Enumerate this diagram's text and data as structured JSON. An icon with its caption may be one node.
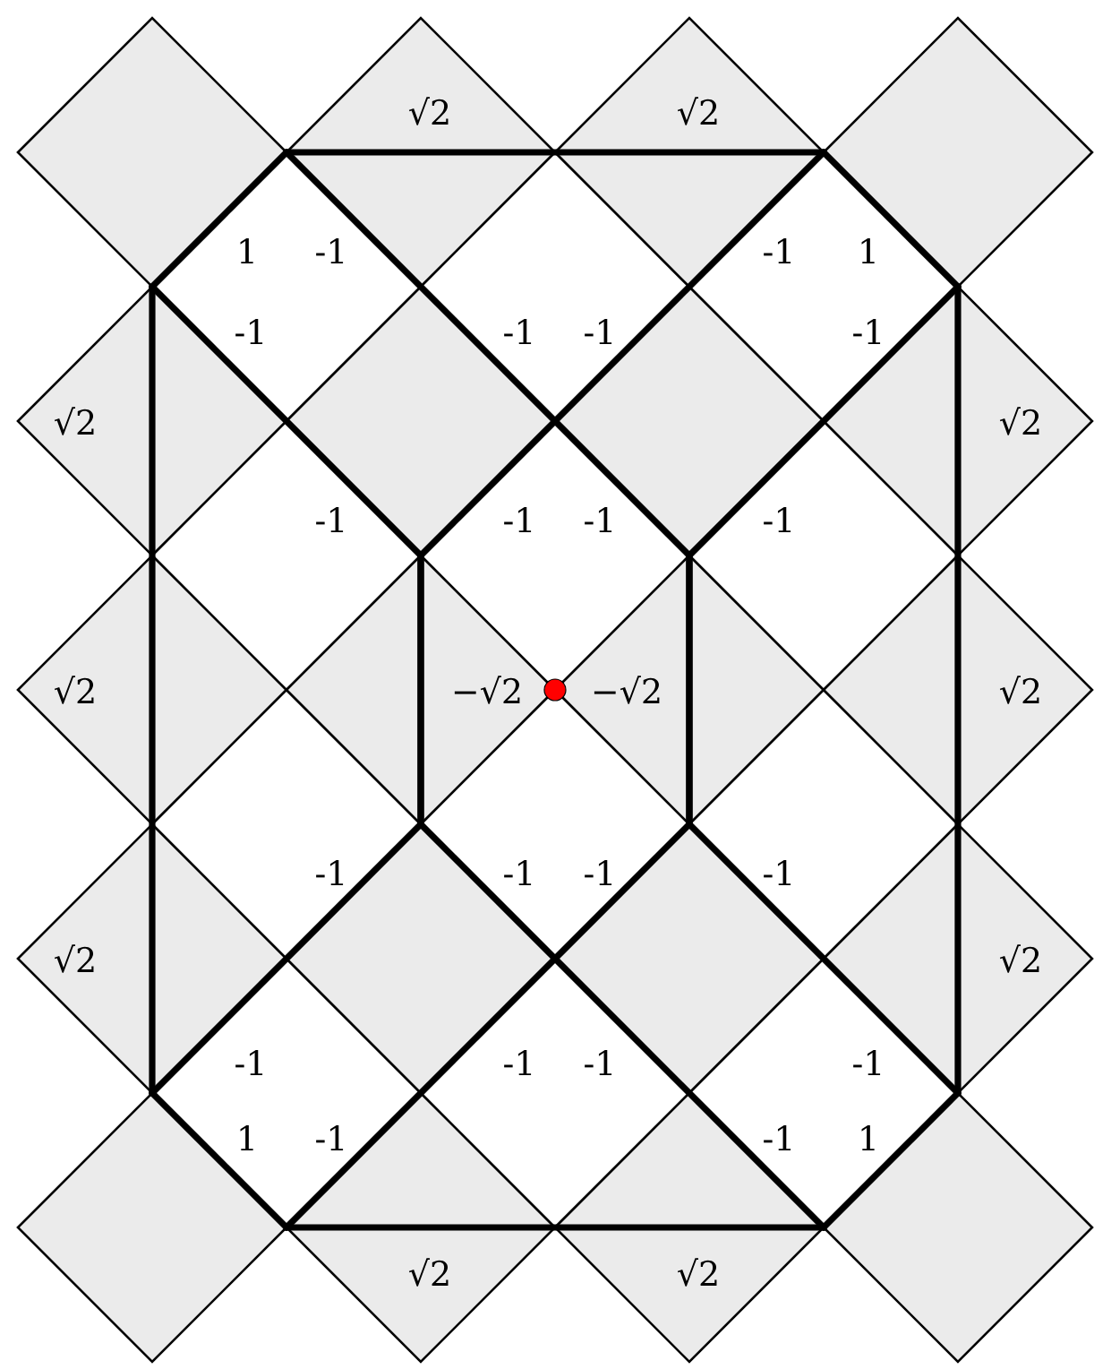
{
  "diagram": {
    "labels": [
      "√2",
      "√2",
      "1",
      "-1",
      "-1",
      "1",
      "-1",
      "-1",
      "-1",
      "-1",
      "√2",
      "√2",
      "-1",
      "-1",
      "-1",
      "-1",
      "√2",
      "−√2",
      "−√2",
      "√2",
      "-1",
      "-1",
      "-1",
      "-1",
      "√2",
      "√2",
      "-1",
      "-1",
      "-1",
      "-1",
      "1",
      "-1",
      "-1",
      "1",
      "√2",
      "√2"
    ]
  }
}
